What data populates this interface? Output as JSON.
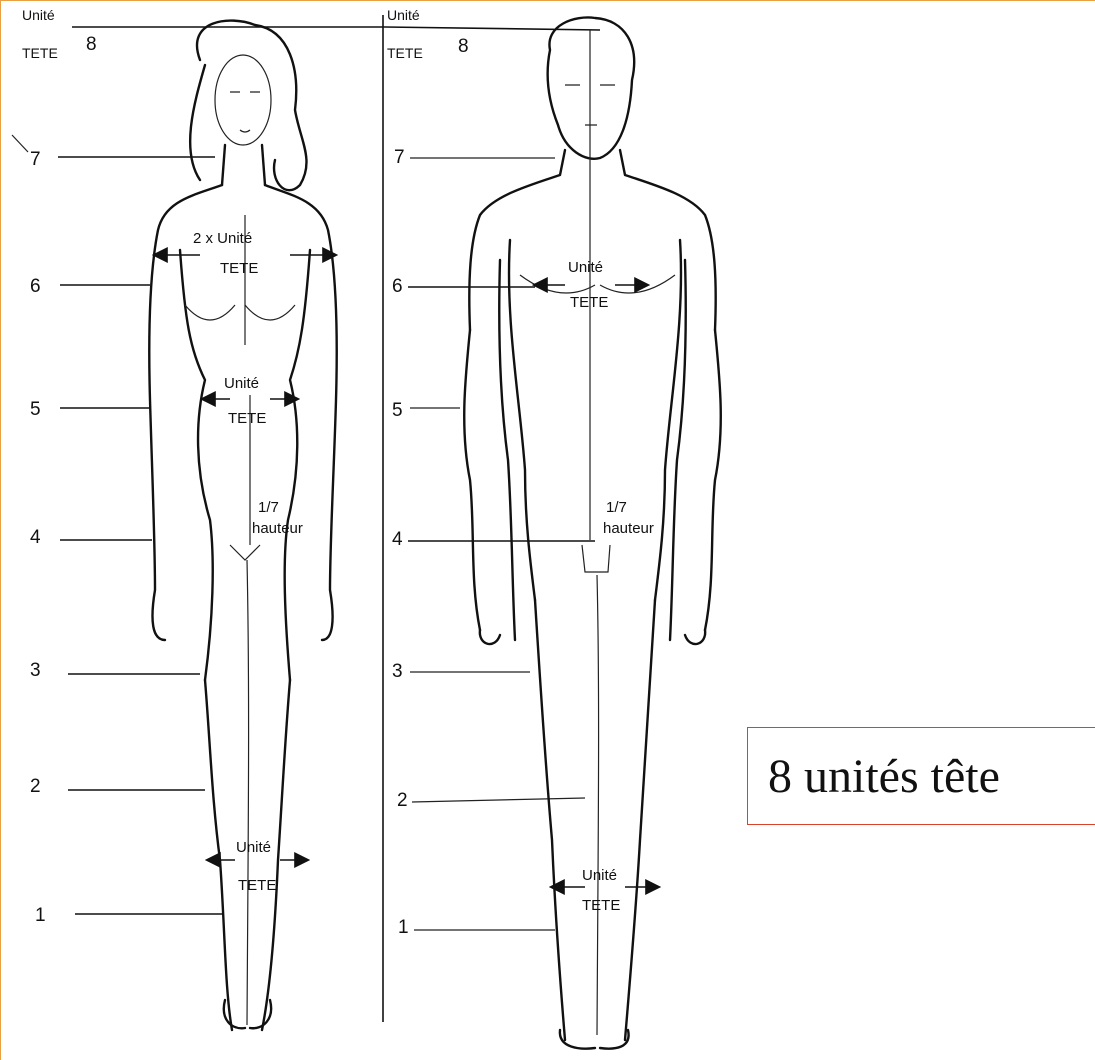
{
  "caption": "8 unités tête",
  "female": {
    "top_label": "Unité",
    "head_label": "TETE",
    "head_count": "8",
    "levels": [
      "7",
      "6",
      "5",
      "4",
      "3",
      "2",
      "1"
    ],
    "shoulder_top": "2 x Unité",
    "shoulder_bottom": "TETE",
    "waist_top": "Unité",
    "waist_bottom": "TETE",
    "height_top": "1/7",
    "height_bottom": "hauteur",
    "calf_top": "Unité",
    "calf_bottom": "TETE"
  },
  "male": {
    "top_label": "Unité",
    "head_label": "TETE",
    "head_count": "8",
    "levels": [
      "7",
      "6",
      "5",
      "4",
      "3",
      "2",
      "1"
    ],
    "chest_top": "Unité",
    "chest_bottom": "TETE",
    "height_top": "1/7",
    "height_bottom": "hauteur",
    "calf_top": "Unité",
    "calf_bottom": "TETE"
  },
  "colors": {
    "frame": "#e8a040",
    "caption_border": "#d9432b"
  }
}
